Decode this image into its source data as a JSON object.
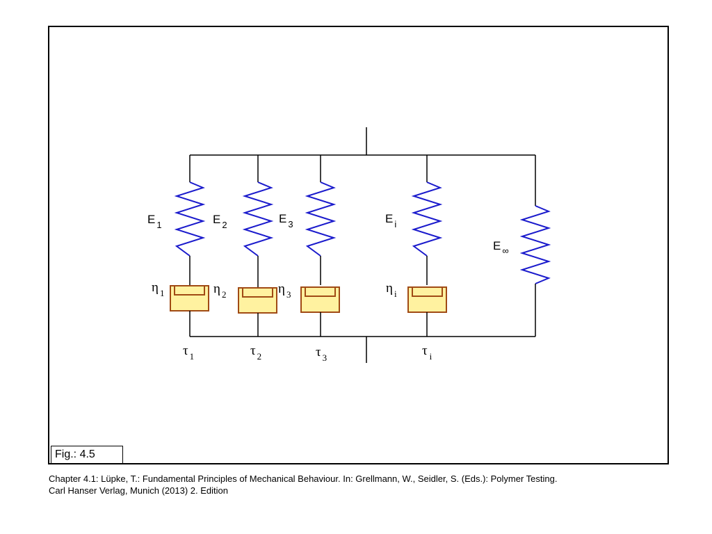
{
  "figure_label": "Fig.: 4.5",
  "caption_line1": "Chapter 4.1: Lüpke, T.: Fundamental Principles of Mechanical Behaviour. In: Grellmann, W., Seidler, S. (Eds.): Polymer Testing.",
  "caption_line2": "Carl Hanser Verlag, Munich (2013) 2. Edition",
  "colors": {
    "spring": "#1a1acc",
    "dashpot_fill": "#fff2a0",
    "dashpot_stroke": "#a04a14",
    "wire": "#000000"
  },
  "branches": [
    {
      "E_base": "E",
      "E_sub": "1",
      "eta_base": "η",
      "eta_sub": "1",
      "tau_base": "τ",
      "tau_sub": "1"
    },
    {
      "E_base": "E",
      "E_sub": "2",
      "eta_base": "η",
      "eta_sub": "2",
      "tau_base": "τ",
      "tau_sub": "2"
    },
    {
      "E_base": "E",
      "E_sub": "3",
      "eta_base": "η",
      "eta_sub": "3",
      "tau_base": "τ",
      "tau_sub": "3"
    },
    {
      "E_base": "E",
      "E_sub": "i",
      "eta_base": "η",
      "eta_sub": "i",
      "tau_base": "τ",
      "tau_sub": "i"
    }
  ],
  "equilibrium": {
    "E_base": "E",
    "E_sub": "∞"
  }
}
